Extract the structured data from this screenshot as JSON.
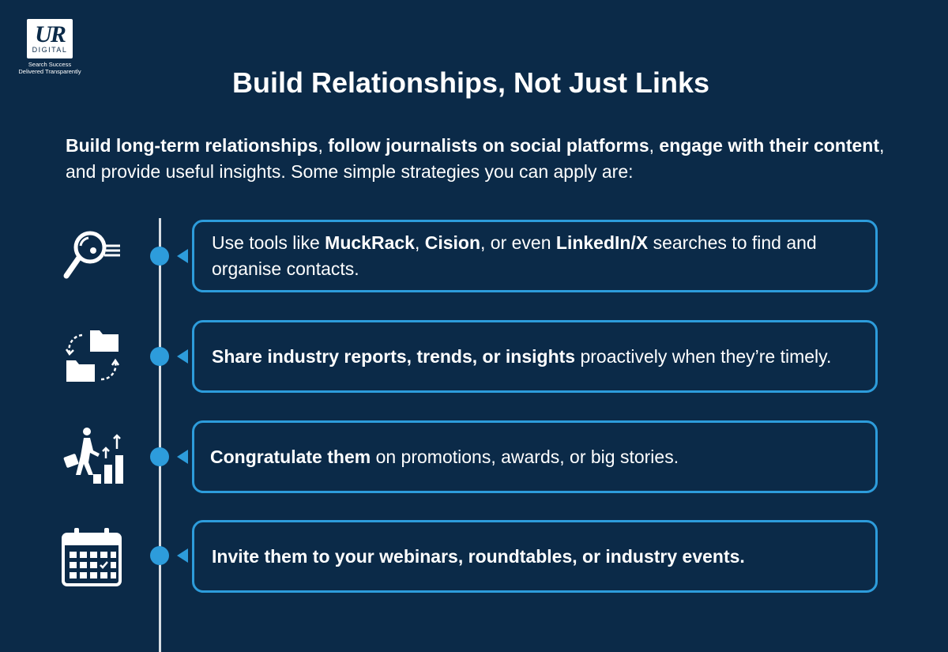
{
  "logo": {
    "mark": "UR",
    "sub": "DIGITAL",
    "tagline_1": "Search Success",
    "tagline_2": "Delivered Transparently"
  },
  "title": "Build Relationships, Not Just Links",
  "intro": {
    "b1": "Build long-term relationships",
    "t1": ", ",
    "b2": "follow journalists on social platforms",
    "t2": ", ",
    "b3": "engage with their content",
    "t3": ", and provide useful insights.  Some simple strategies you can apply are:"
  },
  "colors": {
    "background": "#0b2a48",
    "accent": "#2d9cdb",
    "line": "#d7dde3"
  },
  "items": [
    {
      "icon": "magnifier-icon",
      "t1": "Use tools like ",
      "b1": "MuckRack",
      "t2": ", ",
      "b2": "Cision",
      "t3": ", or even ",
      "b3": "LinkedIn/X",
      "t4": " searches to find and organise contacts."
    },
    {
      "icon": "folder-sync-icon",
      "b1": "Share industry reports, trends, or insights",
      "t1": " proactively when they’re timely."
    },
    {
      "icon": "career-growth-icon",
      "b1": "Congratulate them",
      "t1": " on promotions, awards, or big stories."
    },
    {
      "icon": "calendar-icon",
      "b1": "Invite them to your webinars, roundtables, or industry events."
    }
  ]
}
